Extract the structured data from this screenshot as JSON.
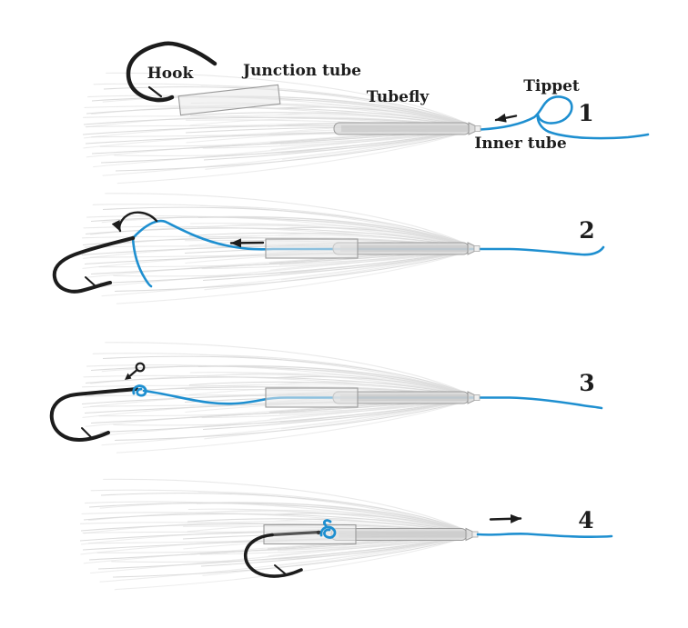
{
  "diagram": {
    "subject": "Tube fly rigging steps",
    "part_labels": {
      "hook": "Hook",
      "junction_tube": "Junction tube",
      "tubefly": "Tubefly",
      "tippet": "Tippet",
      "inner_tube": "Inner tube"
    },
    "steps": [
      {
        "number": "1"
      },
      {
        "number": "2"
      },
      {
        "number": "3"
      },
      {
        "number": "4"
      }
    ],
    "annotations": {
      "step1_arrow_direction": "left",
      "step2_arrow_direction": "left",
      "step2_tying_arrow": "curved-counterclockwise",
      "step3_knot_symbol": "overhand-knot",
      "step4_arrow_direction": "right"
    },
    "colors": {
      "tippet_blue": "#1e8fd0",
      "line_black": "#1c1c1c",
      "tube_fill": "#dbdbdb",
      "tube_outline": "#9b9b9b",
      "junction_fill": "#e9e9e9",
      "hair_gray": "#dcdcdc",
      "background": "#ffffff"
    }
  }
}
